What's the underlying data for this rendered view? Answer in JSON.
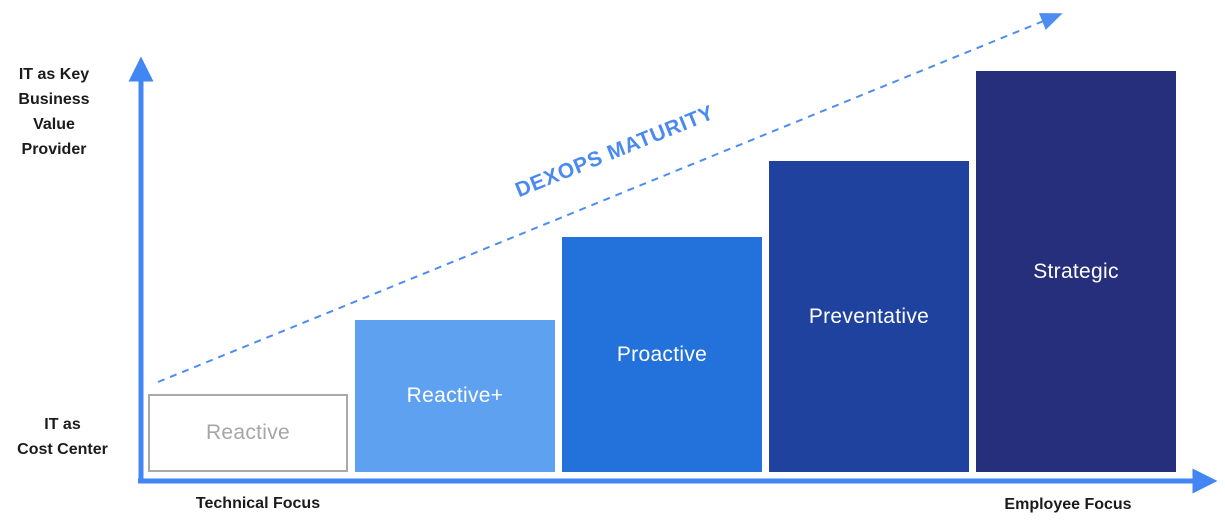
{
  "chart_data": {
    "type": "bar",
    "title": "DEXOPS MATURITY",
    "categories": [
      "Reactive",
      "Reactive+",
      "Proactive",
      "Preventative",
      "Strategic"
    ],
    "values": [
      0.195,
      0.38,
      0.585,
      0.775,
      1.0
    ],
    "value_note": "relative bar heights; no numeric scale is shown on the axes",
    "x_axis": {
      "left_label": "Technical Focus",
      "right_label": "Employee Focus"
    },
    "y_axis": {
      "bottom_label": "IT as Cost Center",
      "top_label": "IT as Key Business Value Provider"
    },
    "trend_arrow_label": "DEXOPS MATURITY",
    "legend": "none",
    "grid": "off",
    "bars": [
      {
        "label": "Reactive",
        "fill": "#FFFFFF",
        "border": "#A9A9A9",
        "text_color": "#A6A6A6",
        "relative_height": 0.195
      },
      {
        "label": "Reactive+",
        "fill": "#5EA1F0",
        "border": "none",
        "text_color": "#FFFFFF",
        "relative_height": 0.38
      },
      {
        "label": "Proactive",
        "fill": "#2372DB",
        "border": "none",
        "text_color": "#FFFFFF",
        "relative_height": 0.585
      },
      {
        "label": "Preventative",
        "fill": "#1E429E",
        "border": "none",
        "text_color": "#FFFFFF",
        "relative_height": 0.775
      },
      {
        "label": "Strategic",
        "fill": "#252F7B",
        "border": "none",
        "text_color": "#FFFFFF",
        "relative_height": 1.0
      }
    ],
    "colors": {
      "axis": "#4286F4",
      "trend_dashed": "#4E8DF0",
      "caption_text": "#1B1B1B"
    }
  },
  "labels": {
    "y_top": "IT as Key\nBusiness\nValue\nProvider",
    "y_bottom": "IT as\nCost Center",
    "x_left": "Technical Focus",
    "x_right": "Employee Focus",
    "trend": "DEXOPS MATURITY"
  }
}
